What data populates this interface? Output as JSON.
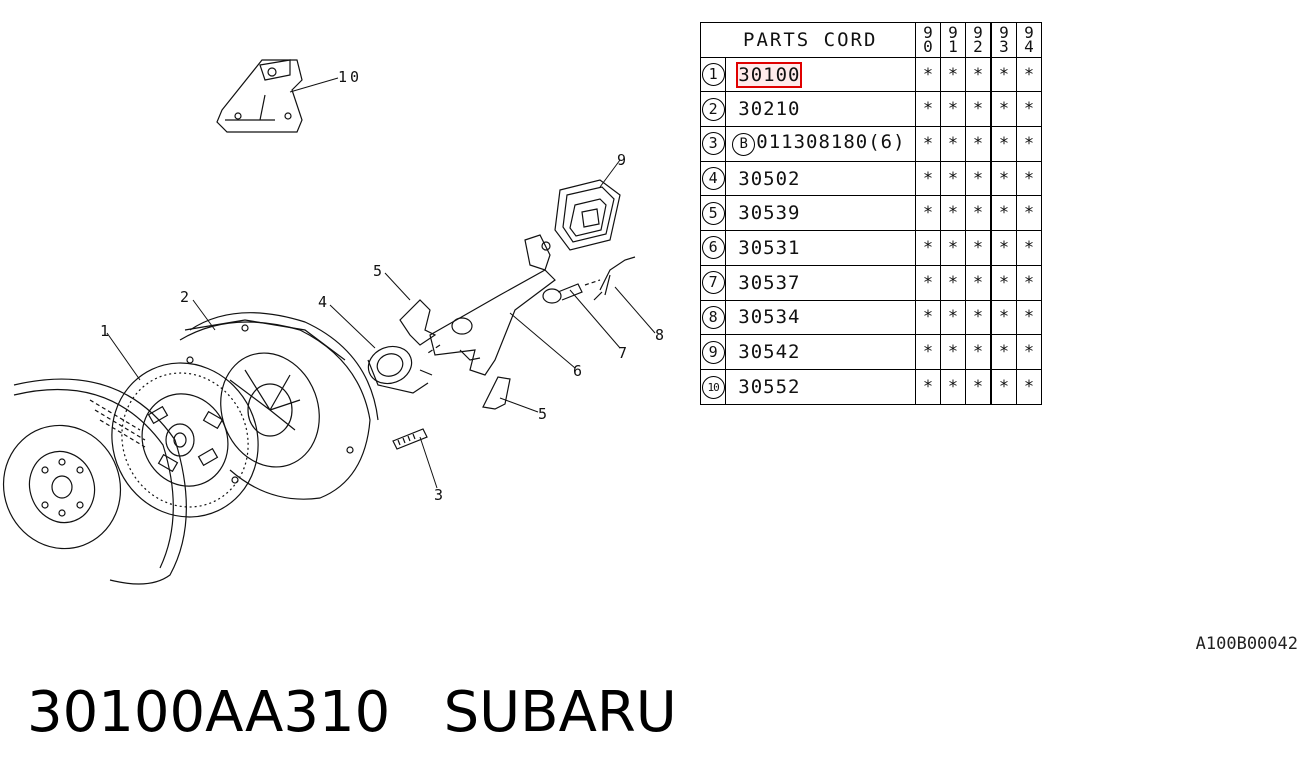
{
  "diagram": {
    "callouts": [
      "1",
      "2",
      "3",
      "4",
      "5",
      "5",
      "6",
      "7",
      "8",
      "9",
      "10"
    ]
  },
  "table": {
    "header": "PARTS CORD",
    "years": [
      [
        "9",
        "0"
      ],
      [
        "9",
        "1"
      ],
      [
        "9",
        "2"
      ],
      [
        "9",
        "3"
      ],
      [
        "9",
        "4"
      ]
    ],
    "rows": [
      {
        "index": "1",
        "code": "30100",
        "highlight": true,
        "marks": [
          "*",
          "*",
          "*",
          "*",
          "*"
        ]
      },
      {
        "index": "2",
        "code": "30210",
        "marks": [
          "*",
          "*",
          "*",
          "*",
          "*"
        ]
      },
      {
        "index": "3",
        "prefix": "B",
        "code": "011308180(6)",
        "marks": [
          "*",
          "*",
          "*",
          "*",
          "*"
        ]
      },
      {
        "index": "4",
        "code": "30502",
        "marks": [
          "*",
          "*",
          "*",
          "*",
          "*"
        ]
      },
      {
        "index": "5",
        "code": "30539",
        "marks": [
          "*",
          "*",
          "*",
          "*",
          "*"
        ]
      },
      {
        "index": "6",
        "code": "30531",
        "marks": [
          "*",
          "*",
          "*",
          "*",
          "*"
        ]
      },
      {
        "index": "7",
        "code": "30537",
        "marks": [
          "*",
          "*",
          "*",
          "*",
          "*"
        ]
      },
      {
        "index": "8",
        "code": "30534",
        "marks": [
          "*",
          "*",
          "*",
          "*",
          "*"
        ]
      },
      {
        "index": "9",
        "code": "30542",
        "marks": [
          "*",
          "*",
          "*",
          "*",
          "*"
        ]
      },
      {
        "index": "10",
        "code": "30552",
        "marks": [
          "*",
          "*",
          "*",
          "*",
          "*"
        ]
      }
    ]
  },
  "reference_code": "A100B00042",
  "caption": {
    "part_number": "30100AA310",
    "brand": "SUBARU"
  },
  "colors": {
    "highlight": "#e00000",
    "ink": "#000000",
    "background": "#ffffff"
  }
}
